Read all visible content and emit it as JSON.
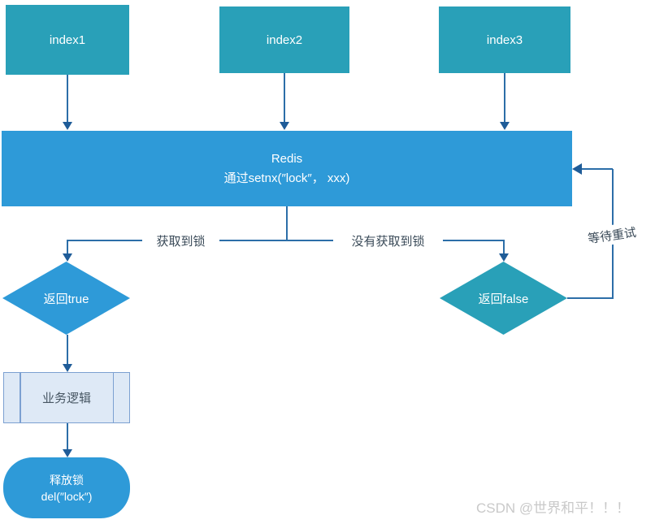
{
  "palette": {
    "teal": "#29A0B8",
    "blue": "#2E9AD8",
    "line": "#2C6EA8",
    "arrow": "#1F5C98",
    "process_fill": "#DEE9F6",
    "process_border": "#7CA0D1",
    "label": "#3A4A58",
    "watermark": "#C9C9C9"
  },
  "nodes": {
    "index1": {
      "label": "index1"
    },
    "index2": {
      "label": "index2"
    },
    "index3": {
      "label": "index3"
    },
    "redis": {
      "title": "Redis",
      "subtitle": "通过setnx(″lock″， xxx)"
    },
    "return_true": {
      "label": "返回true"
    },
    "return_false": {
      "label": "返回false"
    },
    "business_logic": {
      "label": "业务逻辑"
    },
    "release_lock": {
      "line1": "释放锁",
      "line2": "del(″lock″)"
    }
  },
  "edges": {
    "acquired": "获取到锁",
    "not_acquired": "没有获取到锁",
    "retry": "等待重试"
  },
  "watermark": "CSDN @世界和平！！！"
}
